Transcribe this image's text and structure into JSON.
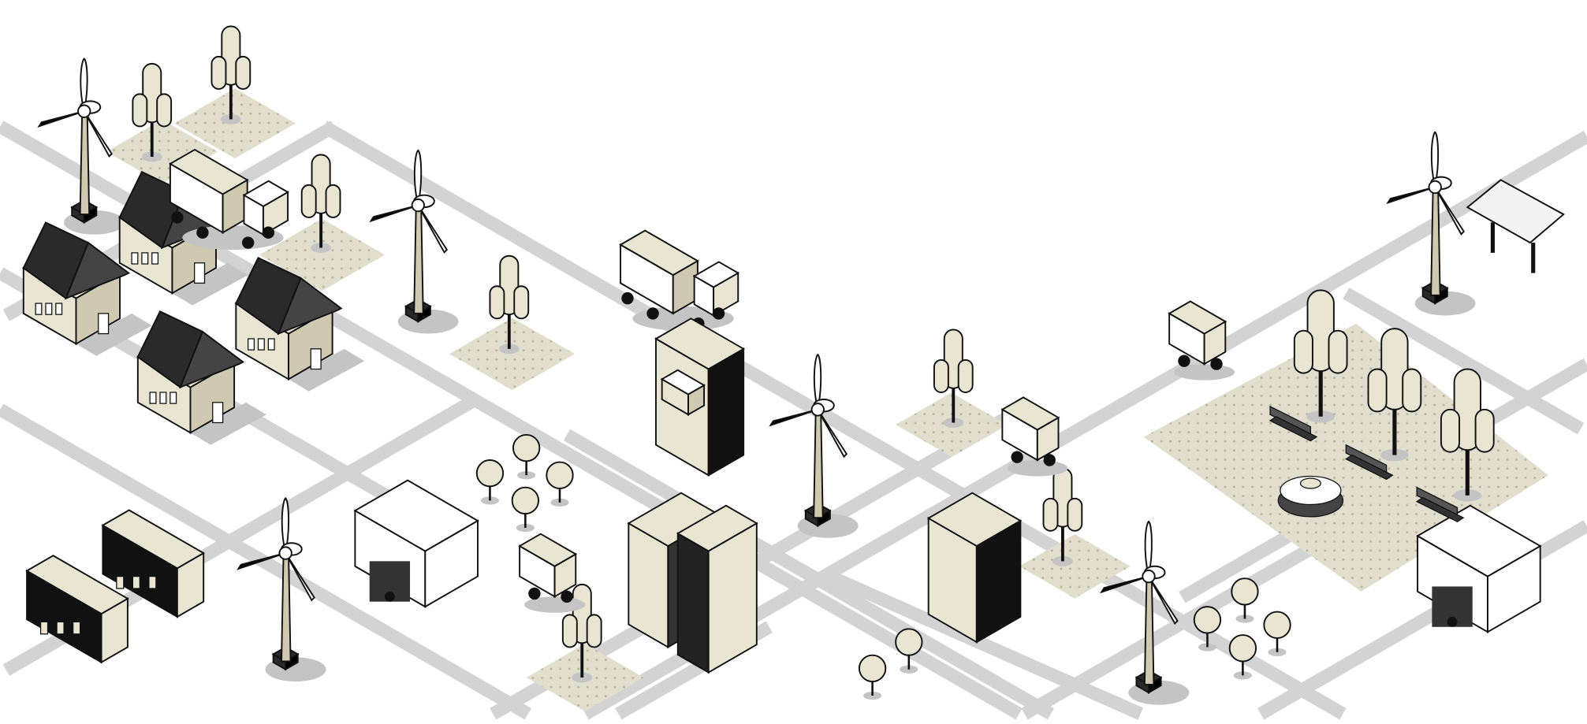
{
  "scene": {
    "title": "isometric-smart-city-illustration",
    "colors": {
      "background": "#ffffff",
      "road": "#d3d3d3",
      "plaza": "#e2dece",
      "plaza_dot": "#b9b29c",
      "cream": "#e9e5d3",
      "cream_dark": "#cfc9b1",
      "dark": "#2a2a2a",
      "outline": "#111111",
      "shadow": "#c4c4c4"
    },
    "elements": [
      "wind-turbine",
      "tree",
      "house",
      "truck",
      "van",
      "car",
      "office-building",
      "ev-charging-garage",
      "solar-panel",
      "fountain",
      "bench",
      "plaza"
    ]
  }
}
